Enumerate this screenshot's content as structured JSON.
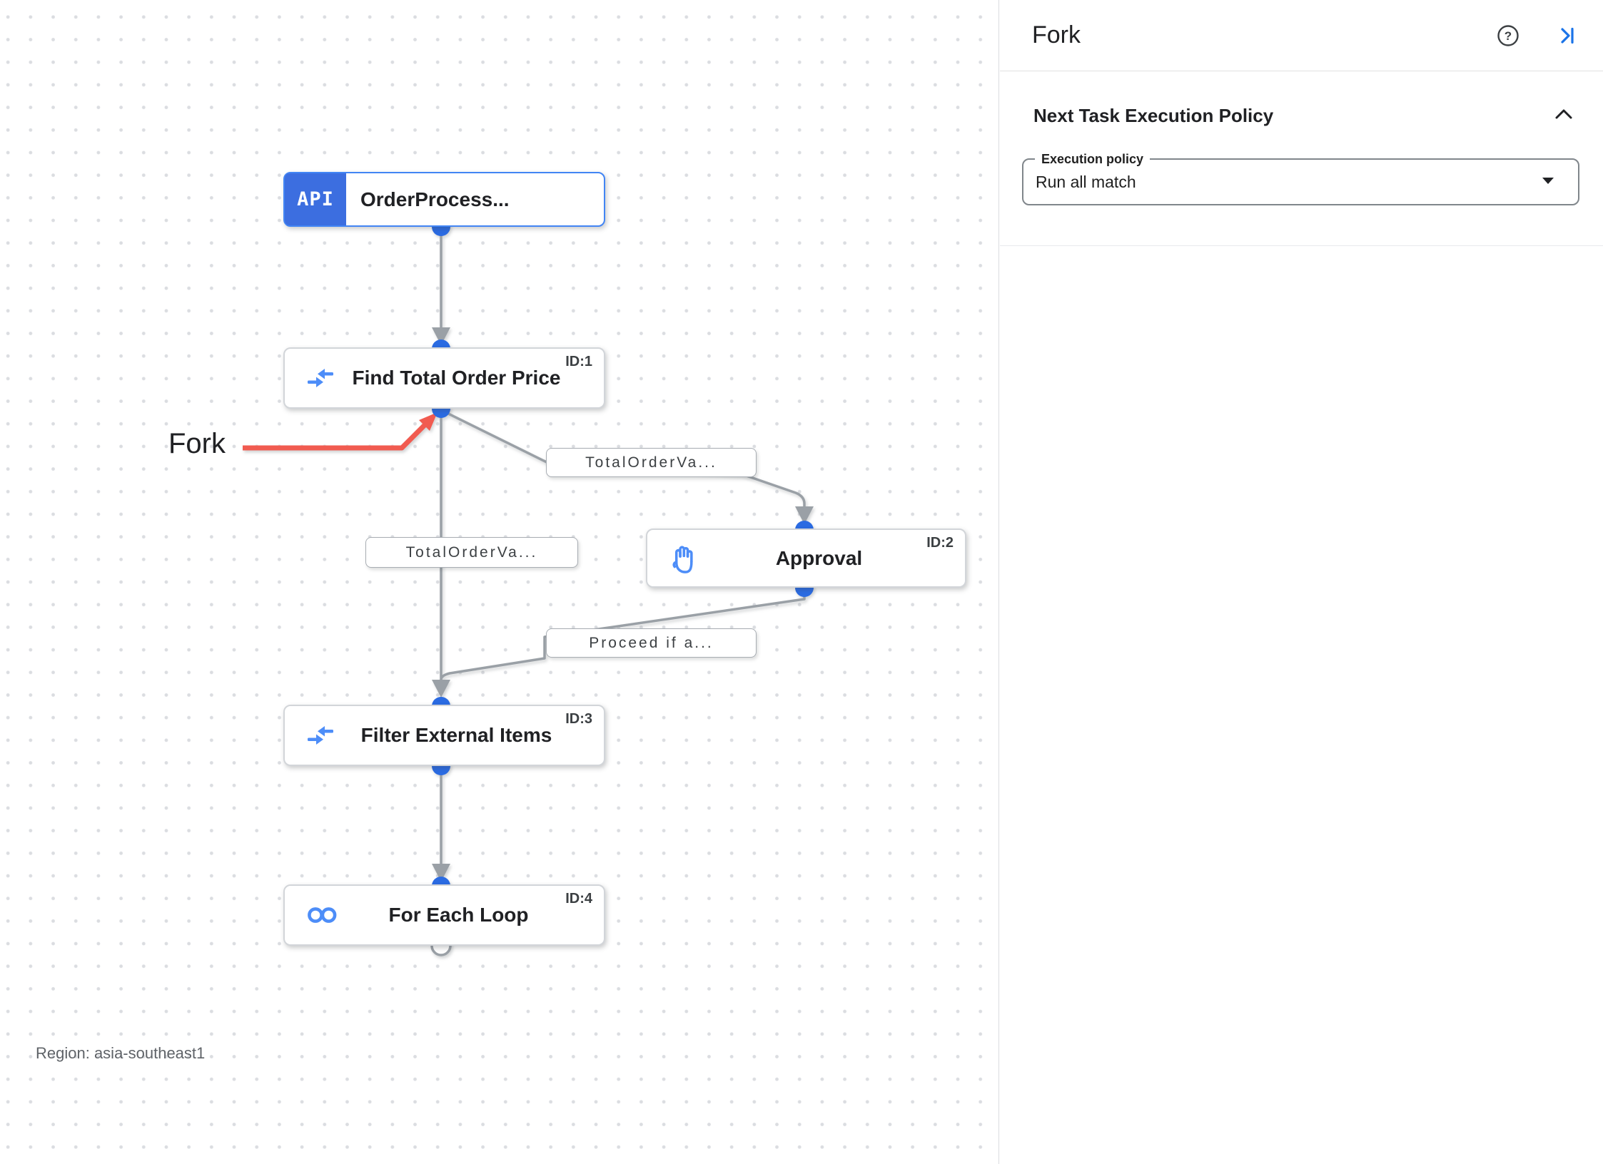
{
  "canvas": {
    "nodes": [
      {
        "icon": "api-trigger-icon",
        "icon_label": "API",
        "title": "OrderProcess...",
        "badge": ""
      },
      {
        "icon": "data-mapping-icon",
        "title": "Find Total Order Price",
        "badge": "ID:1"
      },
      {
        "icon": "approval-hand-icon",
        "title": "Approval",
        "badge": "ID:2"
      },
      {
        "icon": "data-mapping-icon",
        "title": "Filter External Items",
        "badge": "ID:3"
      },
      {
        "icon": "for-each-loop-icon",
        "title": "For Each Loop",
        "badge": "ID:4"
      }
    ],
    "edge_labels": [
      {
        "text": "TotalOrderVa..."
      },
      {
        "text": "TotalOrderVa..."
      },
      {
        "text": "Proceed if a..."
      }
    ],
    "annotation": {
      "label": "Fork"
    },
    "region_label": "Region: asia-southeast1"
  },
  "panel": {
    "title": "Fork",
    "section": {
      "title": "Next Task Execution Policy"
    },
    "execution_policy_field": {
      "label": "Execution policy",
      "value": "Run all match"
    }
  },
  "colors": {
    "accent_blue": "#1a73e8",
    "node_icon_blue": "#4d8df8",
    "api_badge_blue": "#3c6ee0",
    "connector_dot_blue": "#2b6be2",
    "edge_gray": "#9aa0a6",
    "node_border_selected": "#4285f4",
    "annotation_red": "#f15b50"
  }
}
